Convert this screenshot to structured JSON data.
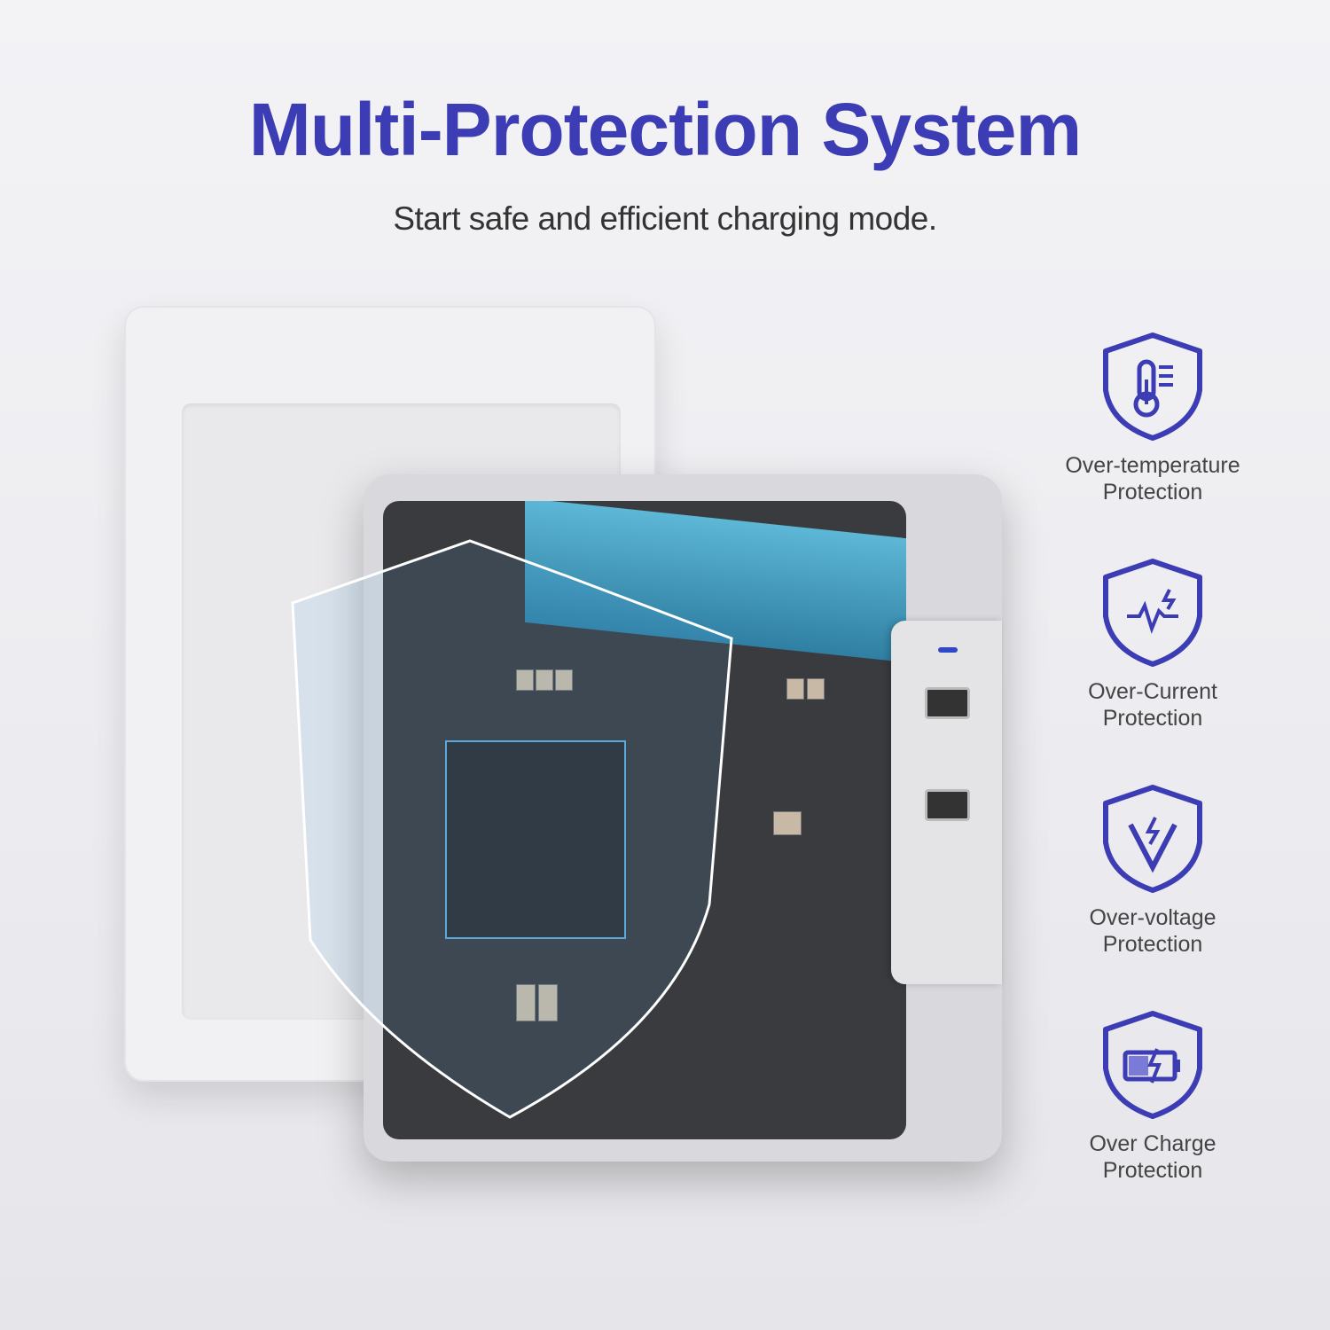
{
  "header": {
    "title": "Multi-Protection System",
    "subtitle": "Start safe and efficient charging mode."
  },
  "colors": {
    "accent": "#3c3cb4",
    "pcb_blue": "#4aa6d4",
    "background": "#eeeef2"
  },
  "features": [
    {
      "icon": "thermometer-shield-icon",
      "line1": "Over-temperature",
      "line2": "Protection"
    },
    {
      "icon": "current-wave-shield-icon",
      "line1": "Over-Current",
      "line2": "Protection"
    },
    {
      "icon": "voltage-shield-icon",
      "line1": "Over-voltage",
      "line2": "Protection"
    },
    {
      "icon": "battery-charge-shield-icon",
      "line1": "Over Charge",
      "line2": "Protection"
    }
  ]
}
